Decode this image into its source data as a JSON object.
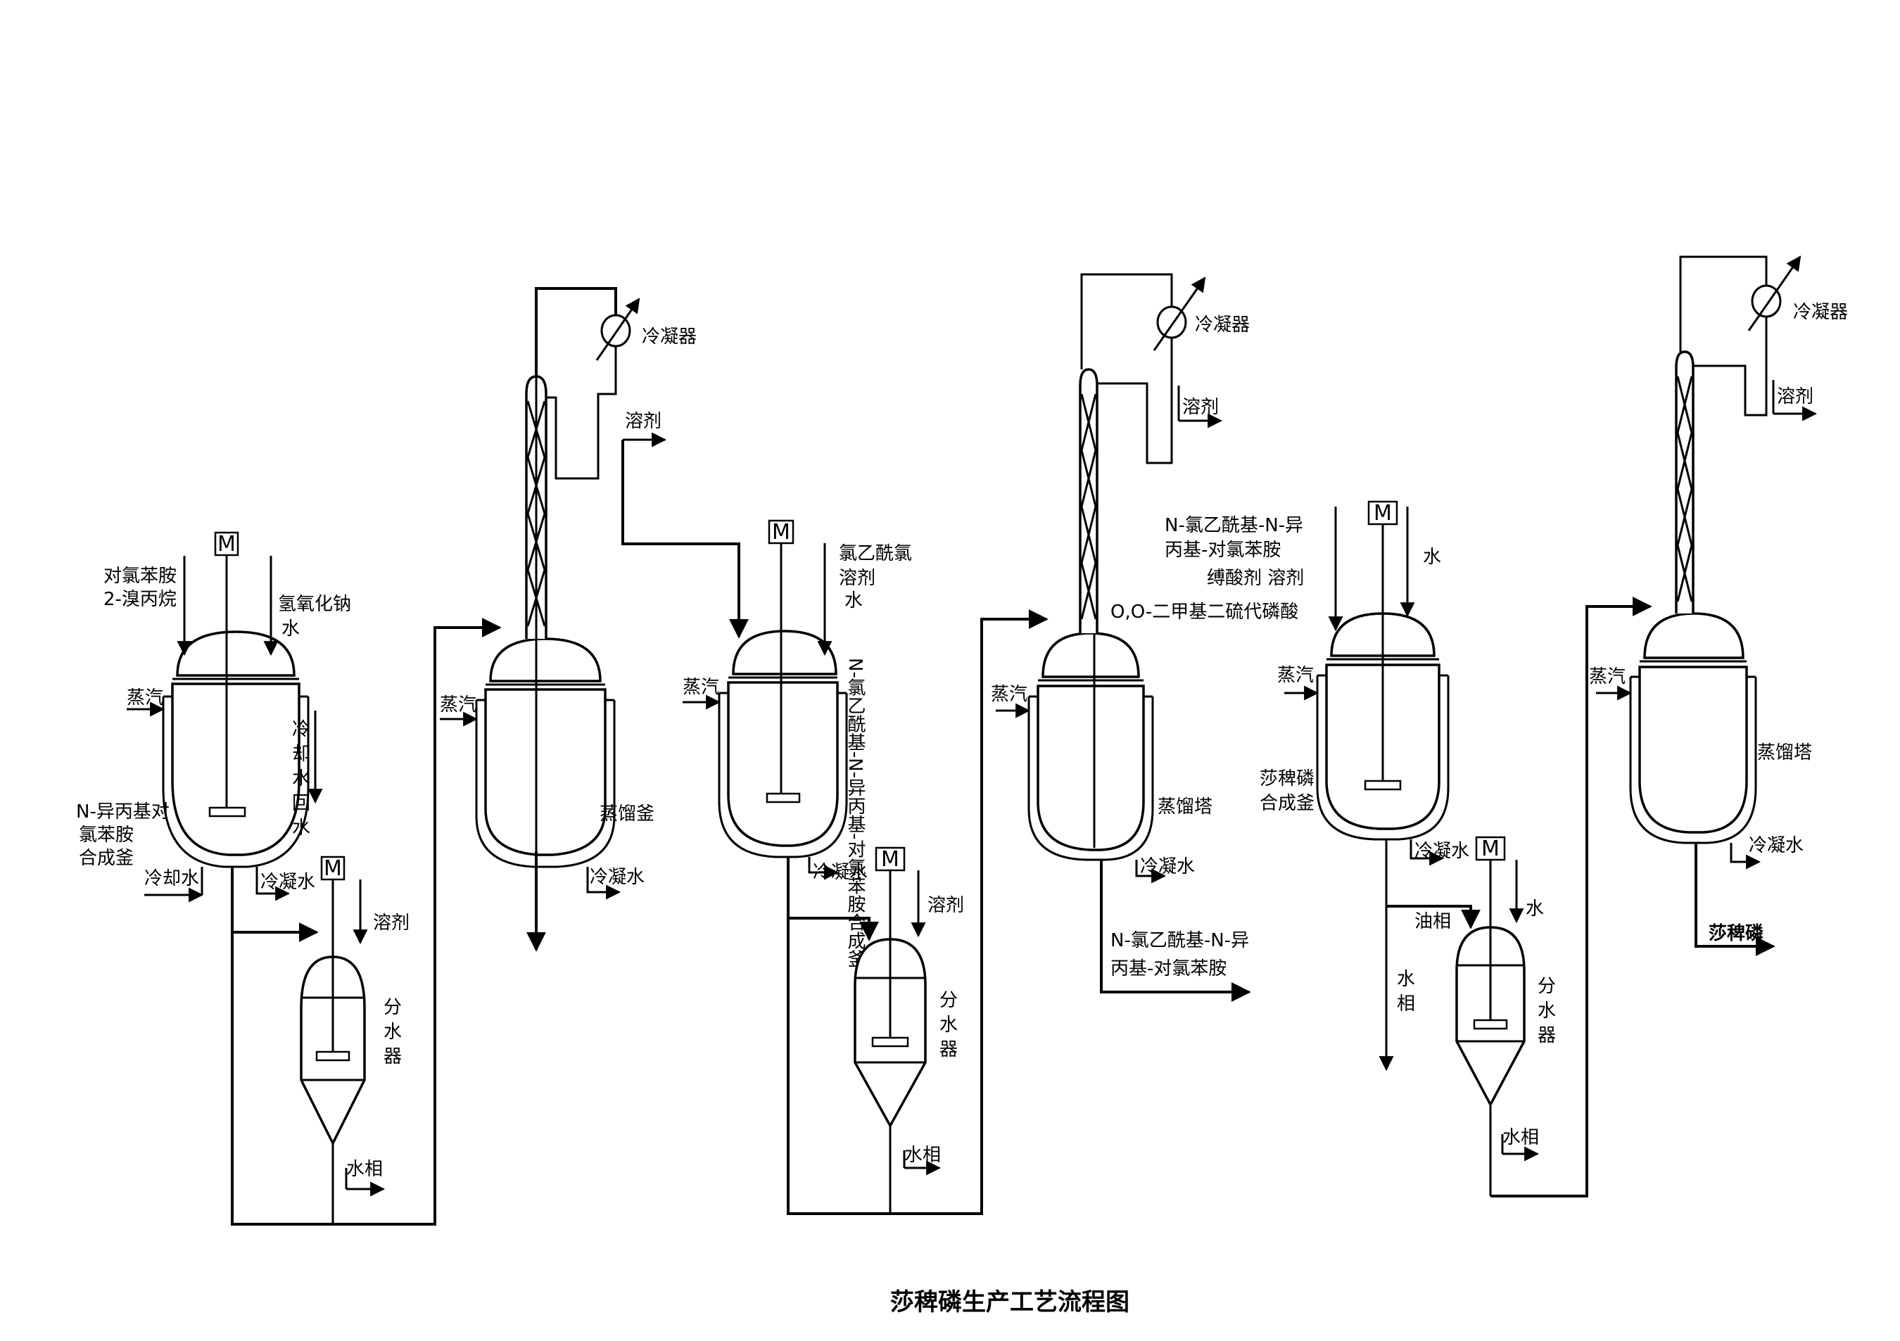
{
  "caption": "莎稗磷生产工艺流程图",
  "motor_label": "M",
  "labels": {
    "r1_in1": "对氯苯胺",
    "r1_in2": "2-溴丙烷",
    "r1_in3": "氢氧化钠",
    "r1_in4": "水",
    "r1_steam": "蒸汽",
    "r1_cw_return": [
      "冷",
      "却",
      "水",
      "回",
      "水"
    ],
    "r1_name1": "N-异丙基对",
    "r1_name2": "氯苯胺",
    "r1_name3": "合成釜",
    "r1_cooling": "冷却水",
    "r1_condensate": "冷凝水",
    "sep1_solvent": "溶剂",
    "sep1_name": [
      "分",
      "水",
      "器"
    ],
    "sep1_water": "水相",
    "col1_condenser": "冷凝器",
    "col1_solvent": "溶剂",
    "col1_steam": "蒸汽",
    "col1_name": "蒸馏釜",
    "col1_condensate": "冷凝水",
    "r2_in1": "氯乙酰氯",
    "r2_in2": "溶剂",
    "r2_in3": "水",
    "r2_steam": "蒸汽",
    "r2_vertical": "N-氯乙酰基-N-异丙基-对氯苯胺合成釜",
    "r2_condensate": "冷凝水",
    "sep2_solvent": "溶剂",
    "sep2_name": [
      "分",
      "水",
      "器"
    ],
    "sep2_water": "水相",
    "col2_condenser": "冷凝器",
    "col2_solvent": "溶剂",
    "col2_steam": "蒸汽",
    "col2_name": "蒸馏塔",
    "col2_condensate": "冷凝水",
    "col2_prod1": "N-氯乙酰基-N-异",
    "col2_prod2": "丙基-对氯苯胺",
    "r3_in1": "N-氯乙酰基-N-异",
    "r3_in2": "丙基-对氯苯胺",
    "r3_in3": "缚酸剂   溶剂",
    "r3_in4": "O,O-二甲基二硫代磷酸",
    "r3_water": "水",
    "r3_steam": "蒸汽",
    "r3_name1": "莎稗磷",
    "r3_name2": "合成釜",
    "r3_condensate": "冷凝水",
    "r3_oil": "油相",
    "r3_aq": [
      "水",
      "相"
    ],
    "sep3_water_in": "水",
    "sep3_name": [
      "分",
      "水",
      "器"
    ],
    "sep3_water": "水相",
    "col3_condenser": "冷凝器",
    "col3_solvent": "溶剂",
    "col3_steam": "蒸汽",
    "col3_name": "蒸馏塔",
    "col3_condensate": "冷凝水",
    "col3_product": "莎稗磷"
  }
}
